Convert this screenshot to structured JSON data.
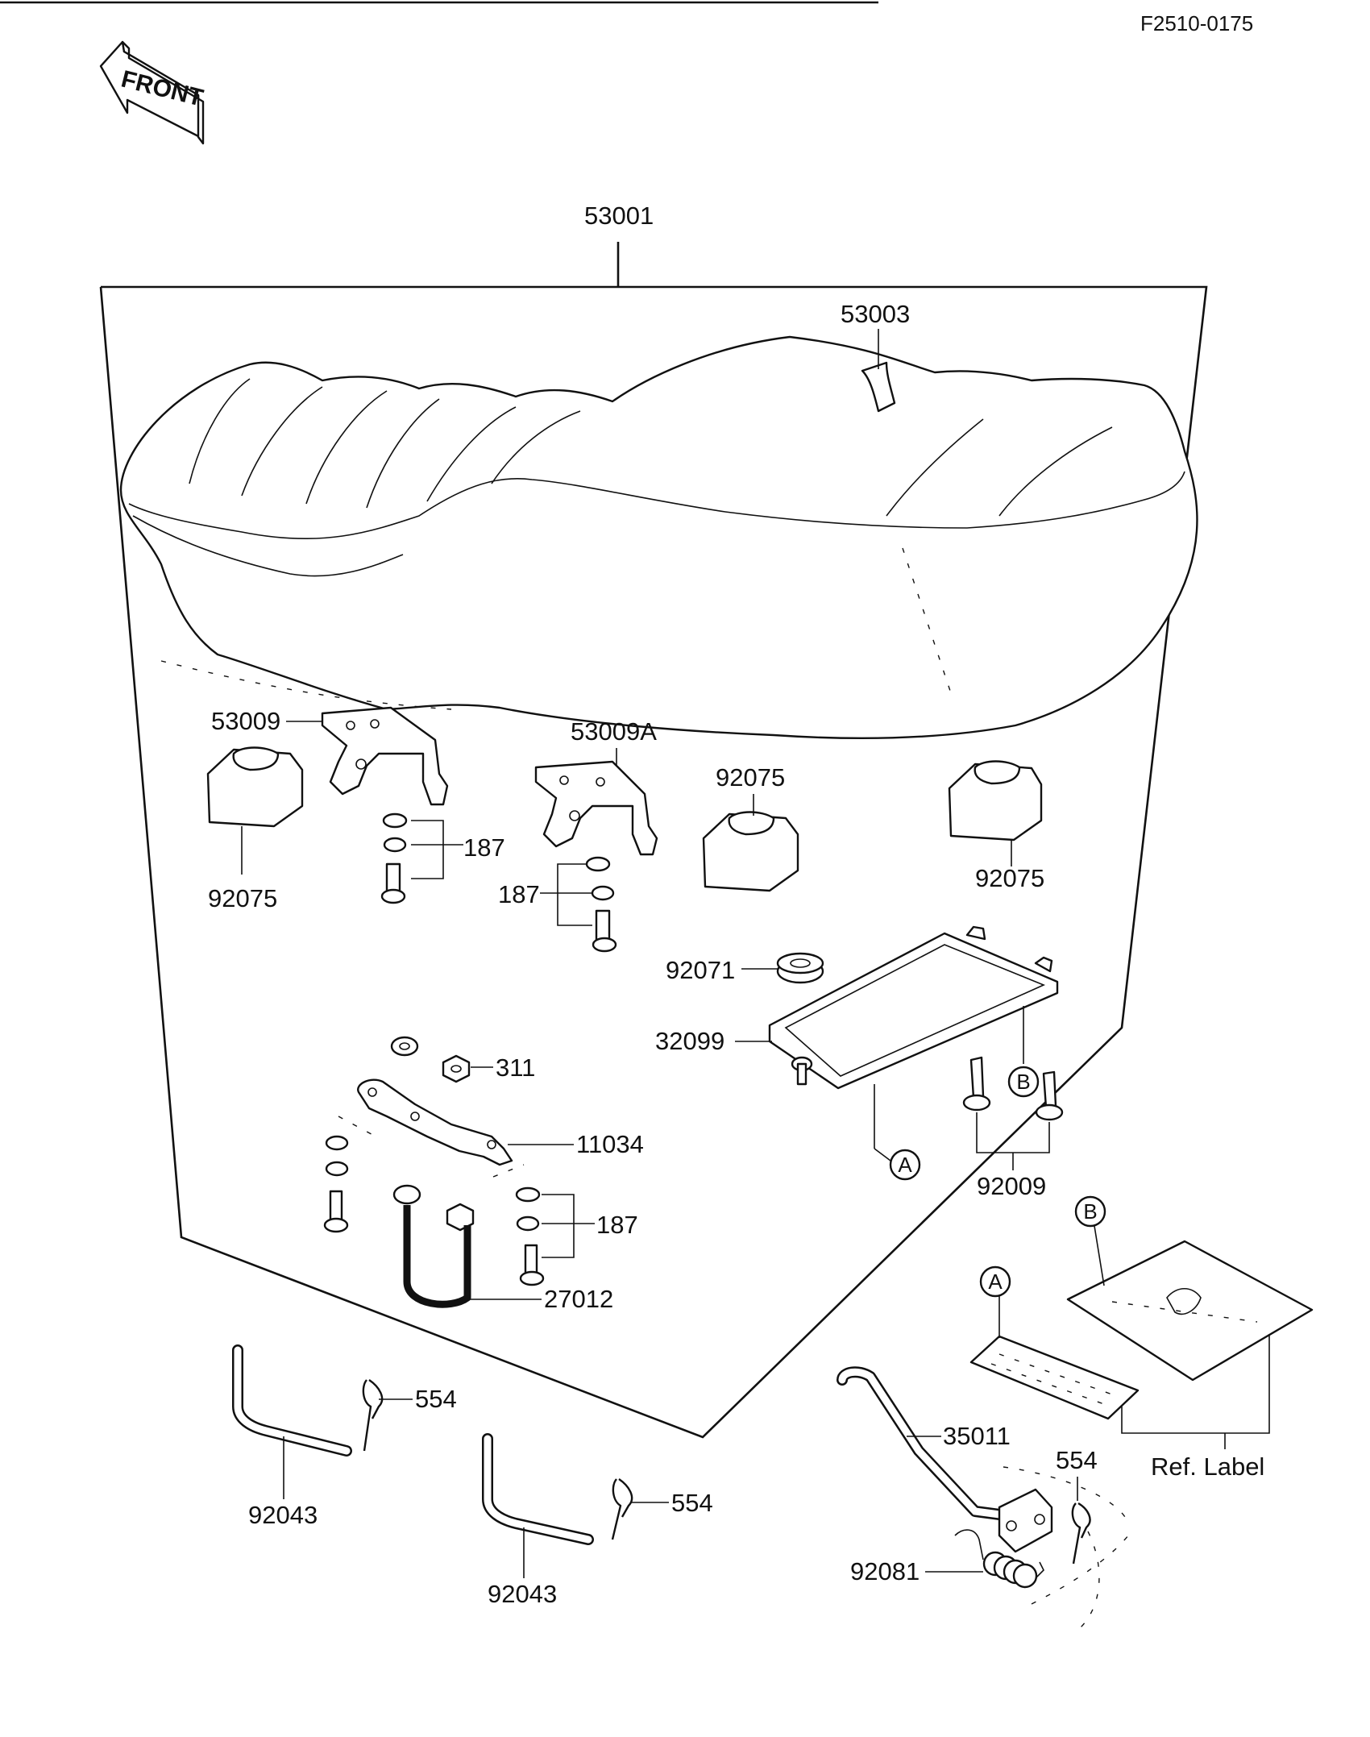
{
  "header": {
    "code": "F2510-0175",
    "front_arrow": "FRONT"
  },
  "labels": {
    "seat": "53001",
    "seat_strap": "53003",
    "bracket_left": "53009",
    "bracket_right": "53009A",
    "damper_left": "92075",
    "damper_mid": "92075",
    "damper_right": "92075",
    "washer_set_1": "187",
    "washer_set_2": "187",
    "washer_set_3": "187",
    "grommet": "92071",
    "tray": "32099",
    "nut": "311",
    "plate": "11034",
    "bolts": "92009",
    "u_bolt": "27012",
    "pin_1": "92043",
    "pin_2": "92043",
    "clip_1": "554",
    "clip_2": "554",
    "clip_3": "554",
    "lever": "35011",
    "spring": "92081",
    "ref_label": "Ref. Label"
  },
  "callouts": {
    "a1": "A",
    "a2": "A",
    "b1": "B",
    "b2": "B"
  }
}
